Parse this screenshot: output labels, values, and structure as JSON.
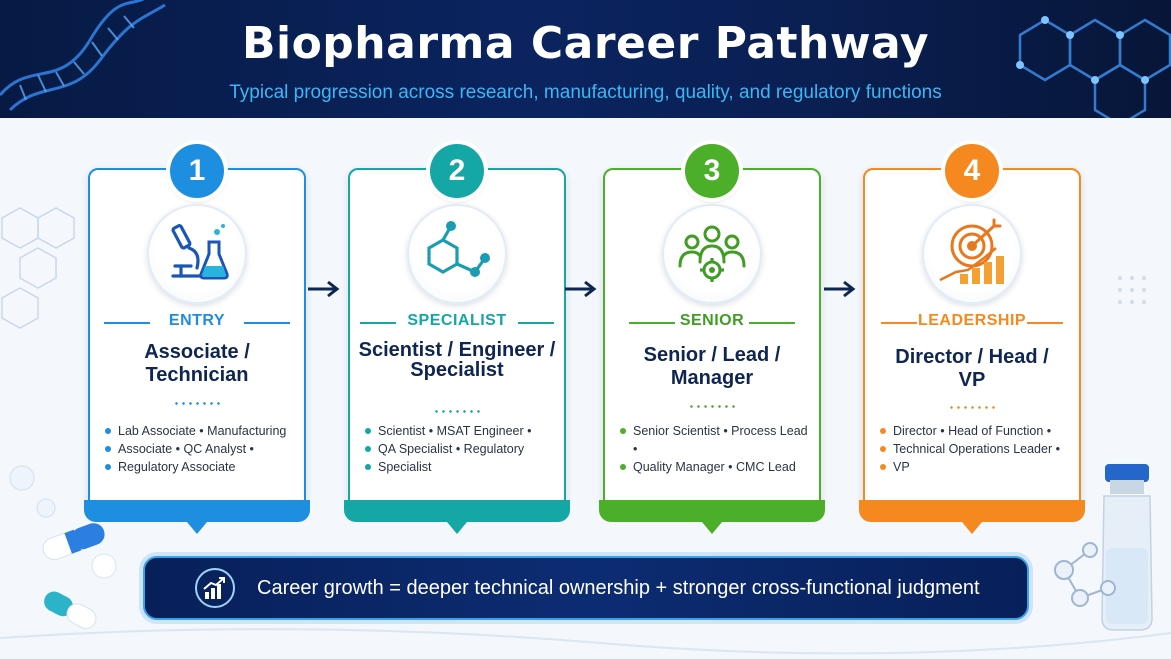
{
  "header": {
    "title": "Biopharma Career Pathway",
    "subtitle": "Typical progression across research, manufacturing, quality, and regulatory functions"
  },
  "stages": [
    {
      "number": "1",
      "stage": "ENTRY",
      "role": "Associate / Technician",
      "icon": "microscope-flask-icon",
      "color": "#1e8ee0",
      "bullets": [
        "Lab Associate • Manufacturing",
        "Associate • QC Analyst •",
        "Regulatory Associate"
      ]
    },
    {
      "number": "2",
      "stage": "SPECIALIST",
      "role": "Scientist / Engineer / Specialist",
      "icon": "molecule-icon",
      "color": "#15a6a6",
      "bullets": [
        "Scientist • MSAT Engineer •",
        "QA Specialist • Regulatory",
        "Specialist"
      ]
    },
    {
      "number": "3",
      "stage": "SENIOR",
      "role": "Senior / Lead / Manager",
      "icon": "team-gear-icon",
      "color": "#4caf2a",
      "bullets": [
        "Senior Scientist • Process Lead •",
        "Quality Manager • CMC Lead"
      ]
    },
    {
      "number": "4",
      "stage": "LEADERSHIP",
      "role": "Director / Head / VP",
      "icon": "target-growth-icon",
      "color": "#f5891f",
      "bullets": [
        "Director • Head of Function •",
        "Technical Operations Leader •",
        "VP"
      ]
    }
  ],
  "banner": {
    "text": "Career growth = deeper technical ownership + stronger cross-functional judgment",
    "icon": "growth-chart-icon"
  }
}
